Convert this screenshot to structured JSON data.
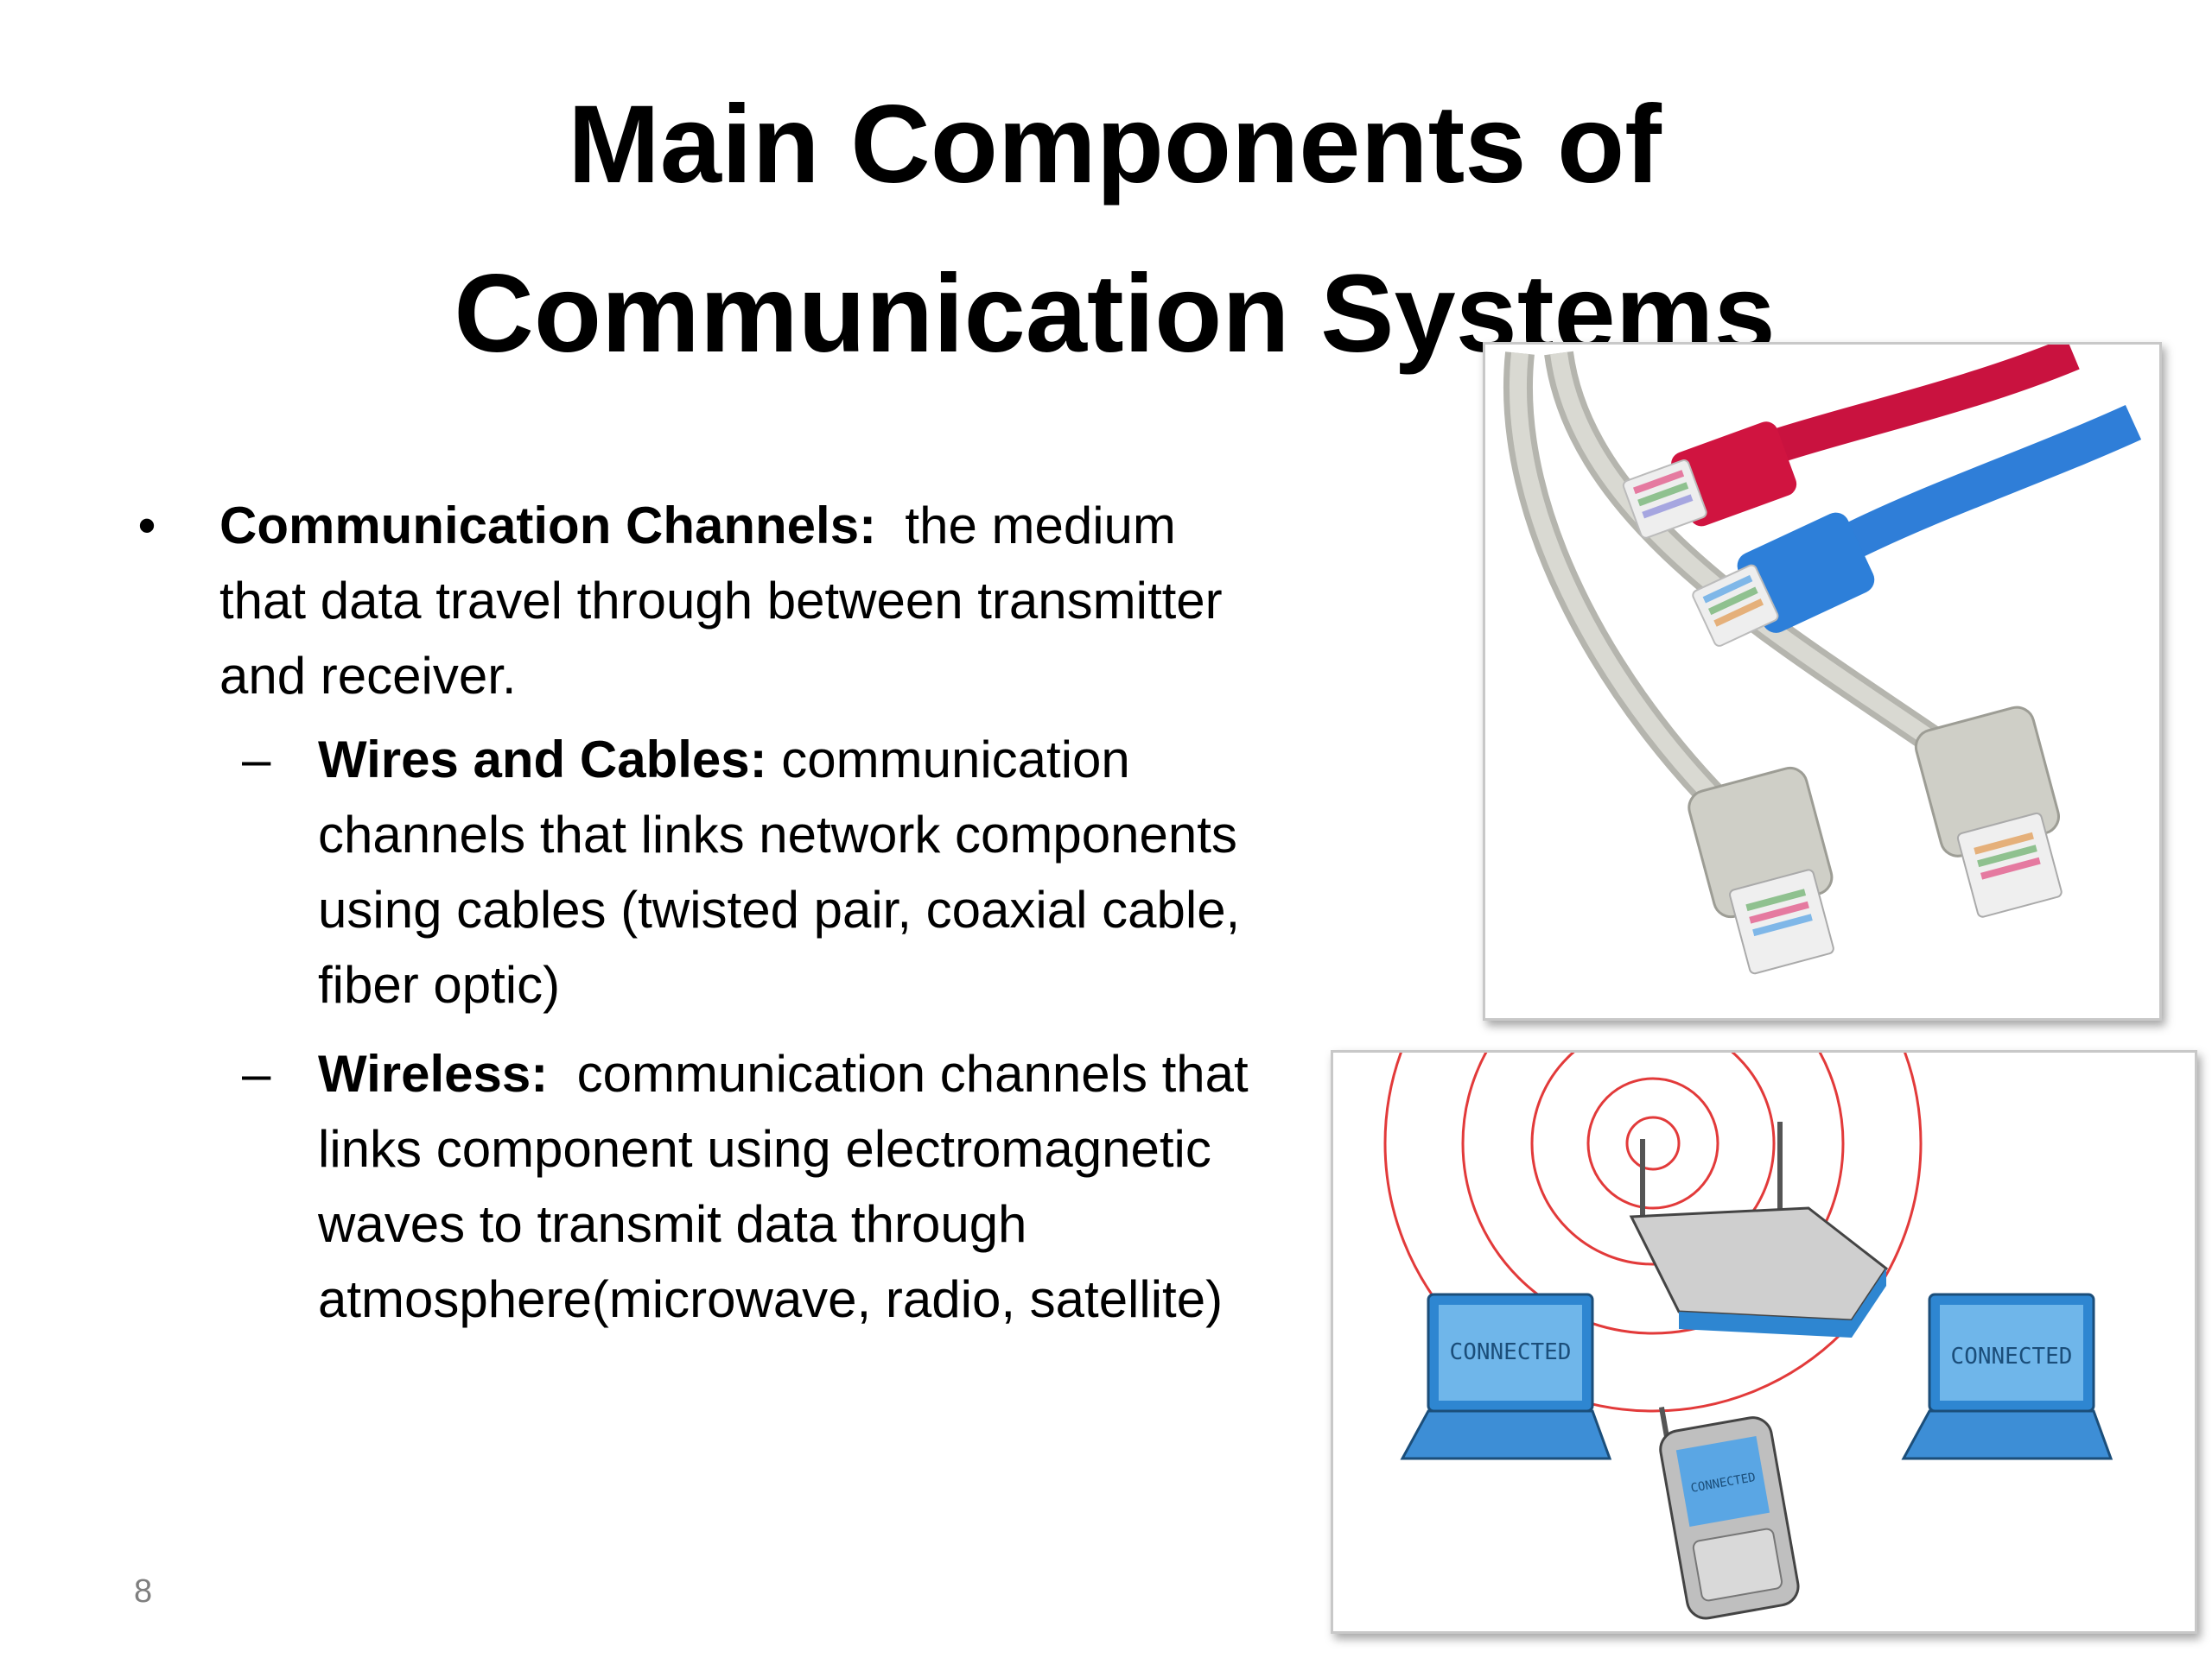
{
  "slide": {
    "title_lines": [
      "Main Components of",
      "Communication Systems"
    ],
    "bullet": {
      "label": "Communication Channels:",
      "text": "the medium that data travel through between transmitter and receiver."
    },
    "sub_bullets": [
      {
        "label": "Wires and Cables:",
        "text": "communication channels that links network components using cables (twisted pair, coaxial cable, fiber optic)"
      },
      {
        "label": "Wireless:",
        "text": "communication channels that links component using electromagnetic waves to transmit data through atmosphere(microwave, radio, satellite)"
      }
    ],
    "page_number": "8",
    "images": {
      "wireless_screen_labels": [
        "CONNECTED",
        "CONNECTED",
        "CONNECTED"
      ]
    }
  }
}
